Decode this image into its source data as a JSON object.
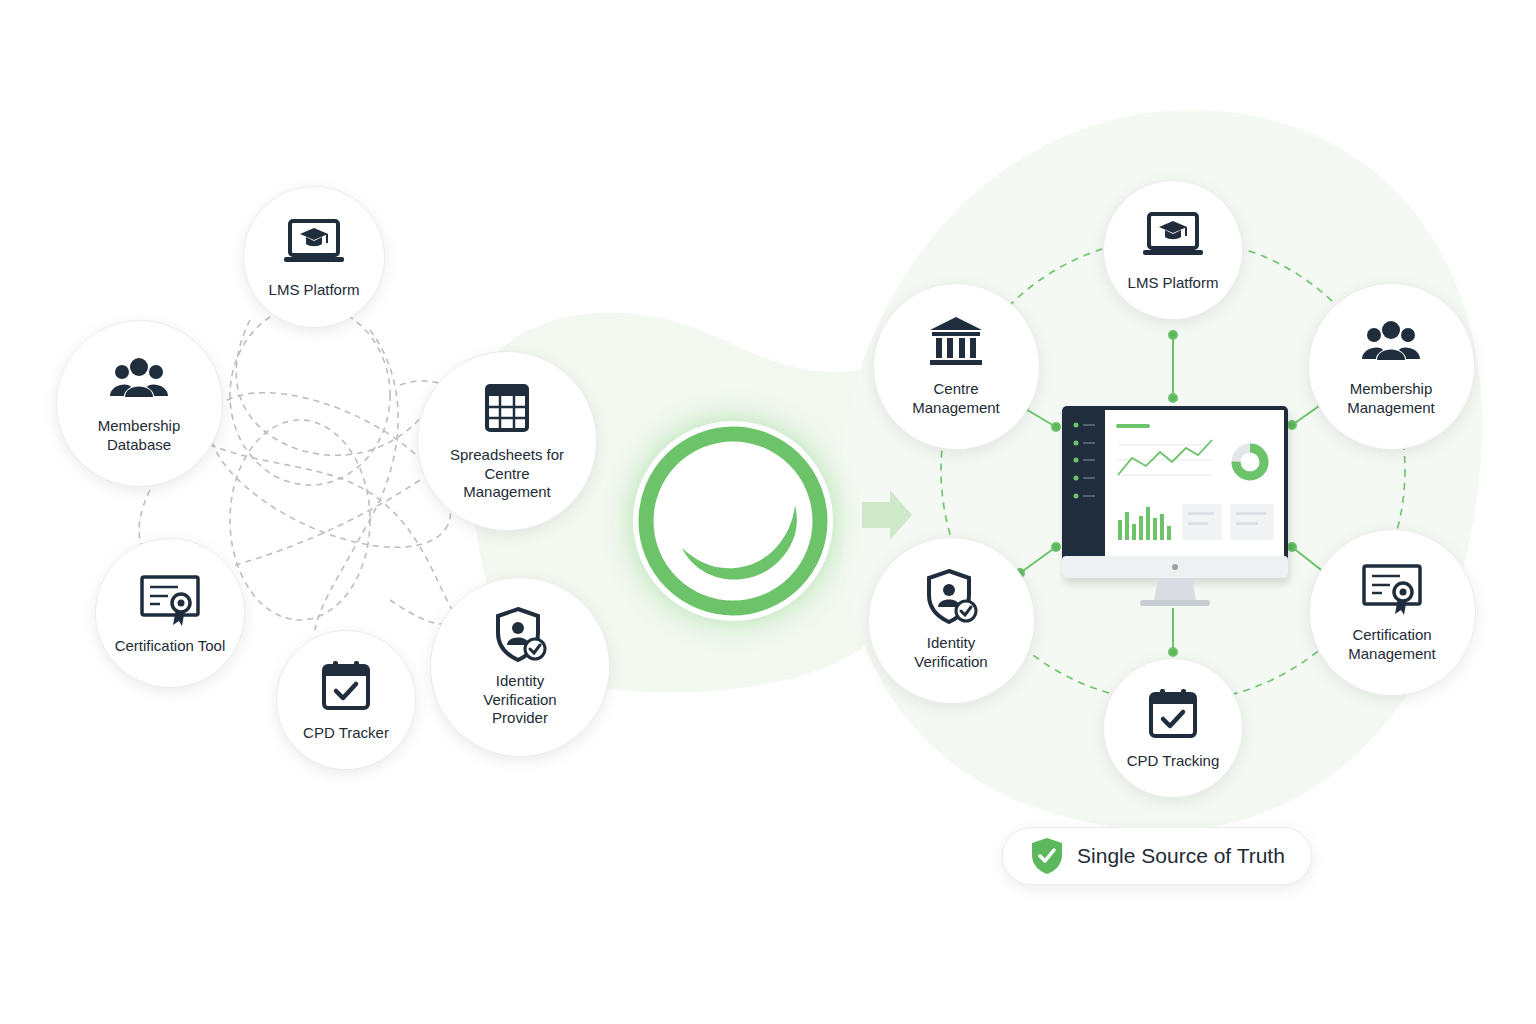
{
  "diagram": {
    "nodes": [
      {
        "text": [
          "LMS Platform"
        ]
      },
      {
        "text": [
          "Membership Database"
        ]
      },
      {
        "text": [
          "Spreadsheets for Centre Management"
        ]
      },
      {
        "text": [
          "Certification Tool"
        ]
      },
      {
        "text": [
          "CPD Tracker"
        ]
      },
      {
        "text": [
          "Identity Verification Provider"
        ]
      },
      {
        "text": [
          "LMS Platform"
        ]
      },
      {
        "text": [
          "Centre Management"
        ]
      },
      {
        "text": [
          "Membership Management"
        ]
      },
      {
        "text": [
          "Identity Verification"
        ]
      },
      {
        "text": [
          "Certification Management"
        ]
      },
      {
        "text": [
          "CPD Tracking"
        ]
      },
      {
        "text": [
          "Single Source of Truth"
        ]
      }
    ]
  }
}
